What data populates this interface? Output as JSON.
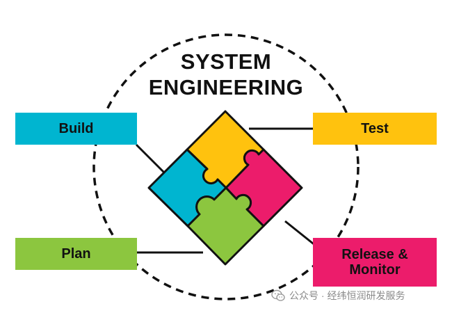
{
  "title": {
    "line1": "SYSTEM",
    "line2": "ENGINEERING"
  },
  "stages": [
    {
      "id": "build",
      "lines": [
        "Build"
      ],
      "color": "#00B5D0"
    },
    {
      "id": "test",
      "lines": [
        "Test"
      ],
      "color": "#FFC20E"
    },
    {
      "id": "plan",
      "lines": [
        "Plan"
      ],
      "color": "#8CC63F"
    },
    {
      "id": "release",
      "lines": [
        "Release &",
        "Monitor"
      ],
      "color": "#EC1C6B"
    }
  ],
  "puzzle_colors": {
    "top": "#FFC20E",
    "left": "#00B5D0",
    "right": "#EC1C6B",
    "bottom": "#8CC63F",
    "outline": "#111111"
  },
  "watermark": {
    "text": "公众号 · 经纬恒润研发服务",
    "icon": "wechat-icon"
  }
}
